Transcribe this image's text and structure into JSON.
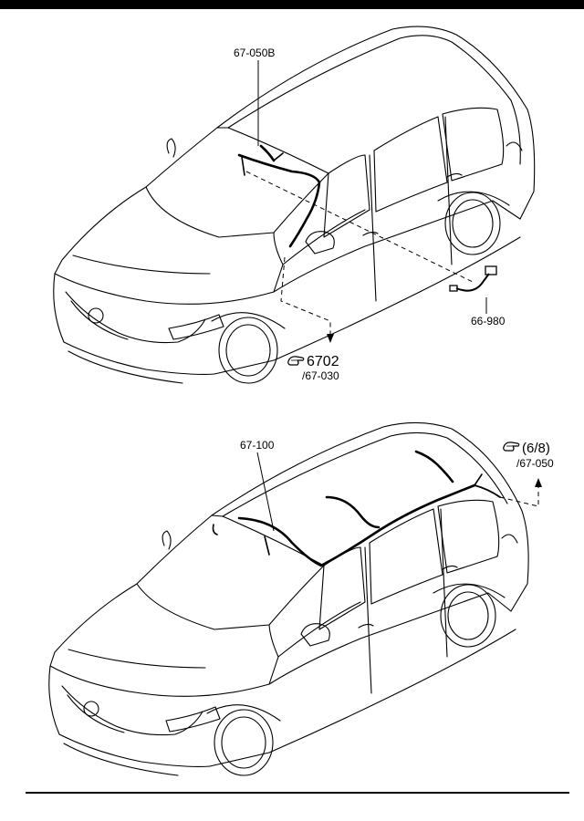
{
  "top_diagram": {
    "part_callout": "67-050B",
    "connector_callout": "66-980",
    "ref_number": "6702",
    "ref_sub": "/67-030"
  },
  "bottom_diagram": {
    "part_callout": "67-100",
    "ref_number": "(6/8)",
    "ref_sub": "/67-050"
  },
  "colors": {
    "line": "#000000",
    "background": "#ffffff"
  },
  "icons": [
    "hand-pointer-icon"
  ]
}
